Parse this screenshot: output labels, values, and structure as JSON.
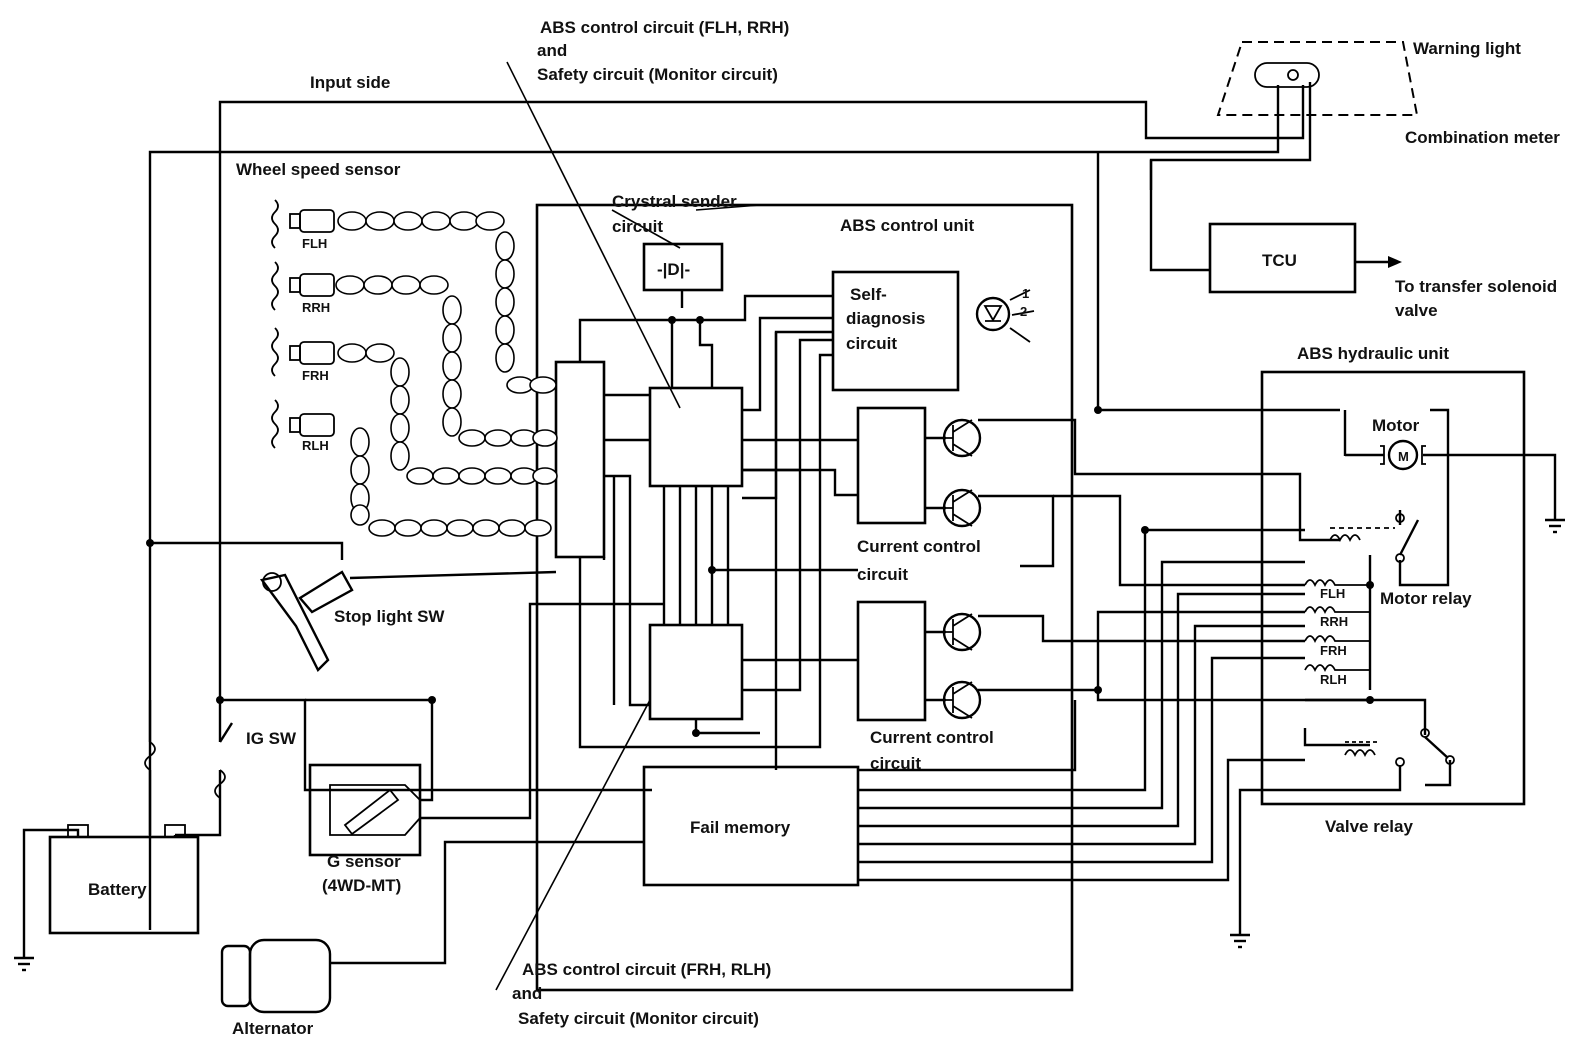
{
  "labels": {
    "abs_control_top_1": "ABS control circuit (FLH, RRH)",
    "abs_control_top_2": "and",
    "abs_control_top_3": "Safety circuit (Monitor circuit)",
    "input_side": "Input side",
    "warning_light": "Warning light",
    "combination_meter": "Combination meter",
    "wheel_speed_sensor": "Wheel speed sensor",
    "crystal_sender_1": "Crystral sender",
    "crystal_sender_2": "circuit",
    "crystal_symbol": "-|D|-",
    "abs_control_unit": "ABS control unit",
    "tcu": "TCU",
    "to_transfer_1": "To transfer solenoid",
    "to_transfer_2": "valve",
    "abs_hydraulic_unit": "ABS hydraulic unit",
    "self_diag_1": "Self-",
    "self_diag_2": "diagnosis",
    "self_diag_3": "circuit",
    "motor": "Motor",
    "motor_symbol": "M",
    "motor_relay": "Motor relay",
    "current_control_1a": "Current control",
    "current_control_1b": "circuit",
    "current_control_2a": "Current control",
    "current_control_2b": "circuit",
    "stop_light_sw": "Stop light SW",
    "ig_sw": "IG SW",
    "g_sensor_1": "G sensor",
    "g_sensor_2": "(4WD-MT)",
    "fail_memory": "Fail memory",
    "battery": "Battery",
    "alternator": "Alternator",
    "valve_relay": "Valve relay",
    "abs_control_bottom_1": "ABS control circuit (FRH, RLH)",
    "abs_control_bottom_2": "and",
    "abs_control_bottom_3": "Safety circuit (Monitor circuit)",
    "diode_1": "1",
    "diode_2": "2"
  },
  "sensors": [
    "FLH",
    "RRH",
    "FRH",
    "RLH"
  ],
  "solenoids": [
    "FLH",
    "RRH",
    "FRH",
    "RLH"
  ],
  "colors": {
    "ink": "#000000",
    "paper": "#ffffff"
  }
}
